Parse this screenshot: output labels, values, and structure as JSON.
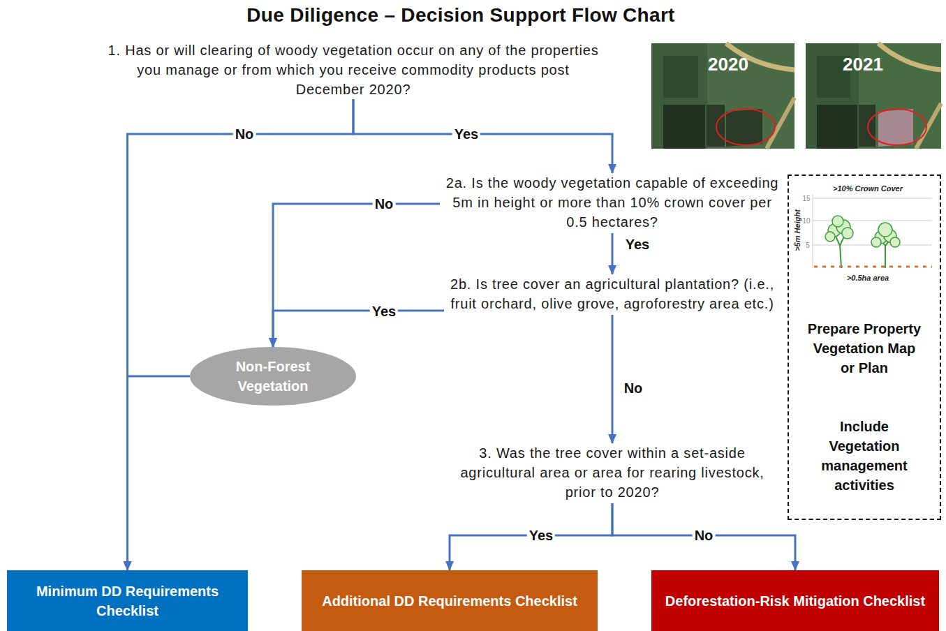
{
  "diagram": {
    "title": "Due Diligence – Decision Support Flow Chart",
    "nodes": [
      {
        "text": [
          "1. Has or will clearing of woody vegetation occur on any of the properties you manage or from which you receive commodity products post December 2020?"
        ]
      },
      {
        "text": [
          "2a. Is the woody vegetation capable of exceeding 5m in height or more than 10% crown cover per 0.5 hectares?"
        ]
      },
      {
        "text": [
          "Prepare Property Vegetation Map or Plan",
          "Include Vegetation management activities"
        ]
      },
      {
        "text": [
          "2b. Is tree cover an agricultural plantation? (i.e., fruit orchard, olive grove, agroforestry area etc.)"
        ]
      },
      {
        "text": [
          "Non-Forest Vegetation"
        ]
      },
      {
        "text": [
          "3. Was the tree cover within a set-aside agricultural area or area for rearing livestock, prior to 2020?"
        ]
      },
      {
        "text": [
          "Minimum DD Requirements Checklist"
        ]
      },
      {
        "text": [
          "Additional DD Requirements Checklist"
        ]
      },
      {
        "text": [
          "Deforestation-Risk Mitigation Checklist"
        ]
      }
    ],
    "edges": [
      {
        "from": 0,
        "to": 6,
        "arrow": "to",
        "label": "No"
      },
      {
        "from": 0,
        "to": 1,
        "arrow": "to",
        "label": "Yes"
      },
      {
        "from": 1,
        "to": 4,
        "arrow": "to",
        "label": "No"
      },
      {
        "from": 1,
        "to": 3,
        "arrow": "to",
        "label": "Yes"
      },
      {
        "from": 3,
        "to": 4,
        "arrow": "to",
        "label": "Yes"
      },
      {
        "from": 3,
        "to": 5,
        "arrow": "to",
        "label": "No"
      },
      {
        "from": 4,
        "to": 6,
        "arrow": "to"
      },
      {
        "from": 5,
        "to": 7,
        "arrow": "to",
        "label": "Yes"
      },
      {
        "from": 5,
        "to": 8,
        "arrow": "to",
        "label": "No"
      }
    ],
    "labels": [
      "2020",
      "2021",
      ">10% Crown Cover",
      "15",
      "10",
      "5",
      ">5m Height",
      ">0.5ha area"
    ]
  }
}
